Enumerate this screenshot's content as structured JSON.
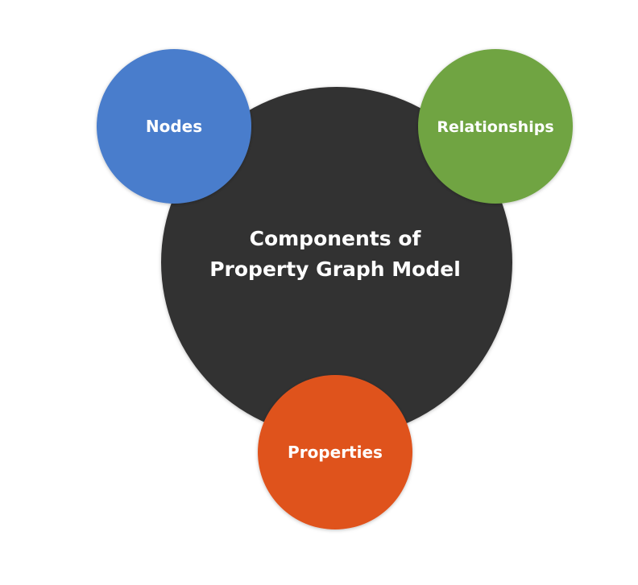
{
  "center": {
    "title_line1": "Components of",
    "title_line2": "Property Graph Model",
    "color": "#333131"
  },
  "components": [
    {
      "label": "Nodes",
      "color": "#4a7dcc"
    },
    {
      "label": "Relationships",
      "color": "#6fa443"
    },
    {
      "label": "Properties",
      "color": "#df521f"
    }
  ]
}
